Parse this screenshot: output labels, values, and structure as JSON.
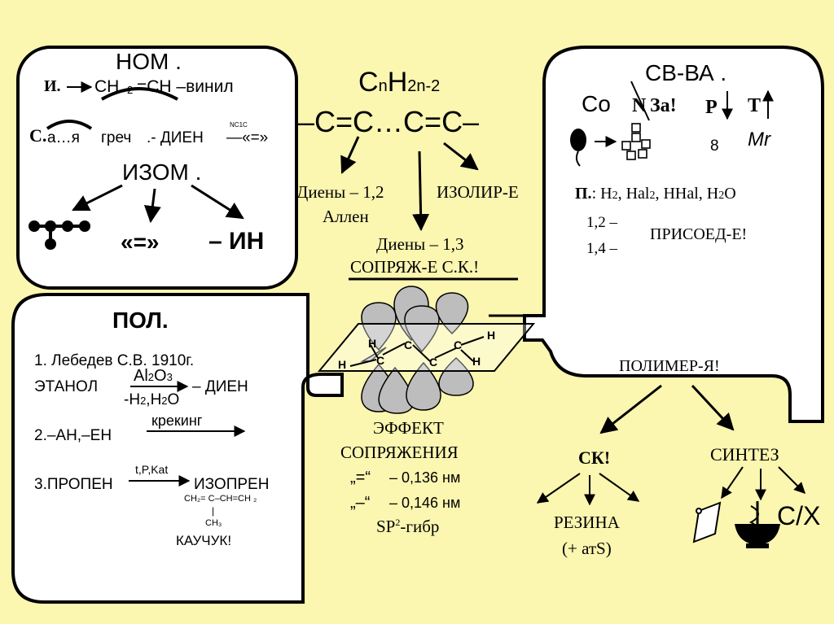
{
  "nom": {
    "title": "НОМ .",
    "row1_i": "И.",
    "row1_a": "CH",
    "row1_sub": "2",
    "row1_b": "=CH –винил",
    "row2_s": "С.",
    "row2_a": "а…я",
    "row2_b": "греч",
    "row2_c": ".- ДИЕН",
    "row2_nc": "NC",
    "row2_nc_sub": "1",
    "row2_nc_c": "C",
    "row2_d": "—«=»",
    "izom": "ИЗОМ .",
    "brackets": "«=»",
    "in": "– ИН"
  },
  "formula": {
    "c": "C",
    "n": "n",
    "h": "H",
    "sub": "2n-2",
    "chain": "–C=C…C=C–",
    "dienes12": "Диены – 1,2",
    "allen": "Аллен",
    "isolated": "ИЗОЛИР-Е",
    "dienes13": "Диены – 1,3",
    "conjugated": "СОПРЯЖ-Е С.К.!"
  },
  "svva": {
    "title": "СВ-ВА .",
    "co": "Co",
    "n": "N",
    "za": "За!",
    "p": "P",
    "t": "T",
    "eight": "8",
    "mr": "Mr",
    "pl": "П.",
    "plist_a": ": H",
    "plist_b": "2",
    "plist_c": ", Hal",
    "plist_d": "2",
    "plist_e": ", HHal, H",
    "plist_f": "2",
    "plist_g": "O",
    "p12": "1,2 –",
    "p14": "1,4 –",
    "prisoed": "ПРИСОЕД-Е!",
    "polymer": "ПОЛИМЕР-Я!",
    "sk": "СК!",
    "sintez": "СИНТЕЗ",
    "rezina": "РЕЗИНА",
    "ats": "(+ атS)",
    "cx": "С/Х"
  },
  "pol": {
    "title": "ПОЛ.",
    "line1": "1. Лебедев С.В. 1910г.",
    "ethanol": "ЭТАНОЛ",
    "al2o3_a": "Al",
    "al2o3_b": "2",
    "al2o3_c": "O",
    "al2o3_d": "3",
    "dien": "– ДИЕН",
    "h2o_a": "-H",
    "h2o_b": "2",
    "h2o_c": ",H",
    "h2o_d": "2",
    "h2o_e": "O",
    "line2": "2.–АН,–ЕН",
    "kreking": "крекинг",
    "line3": "3.ПРОПЕН",
    "tpkat": "t,P,Kat",
    "izopren": "ИЗОПРЕН",
    "struct": "CH₂= C–CH=CH ₂",
    "struct_bar": "|",
    "ch3": "CH₃",
    "kauchuk": "КАУЧУК!"
  },
  "effect": {
    "line1": "ЭФФЕКТ",
    "line2": "СОПРЯЖЕНИЯ",
    "d1_sym": "„=“",
    "d1_val": "– 0,136  нм",
    "d2_sym": "„–“",
    "d2_val": "– 0,146  нм",
    "sp2": "SP",
    "sp2_sup": "2",
    "sp2_rest": "-гибр",
    "atoms": {
      "h": "H",
      "c": "C"
    }
  },
  "colors": {
    "background": "#fbf6b0",
    "panel": "#ffffff",
    "orbital": "#bdbdbd"
  }
}
